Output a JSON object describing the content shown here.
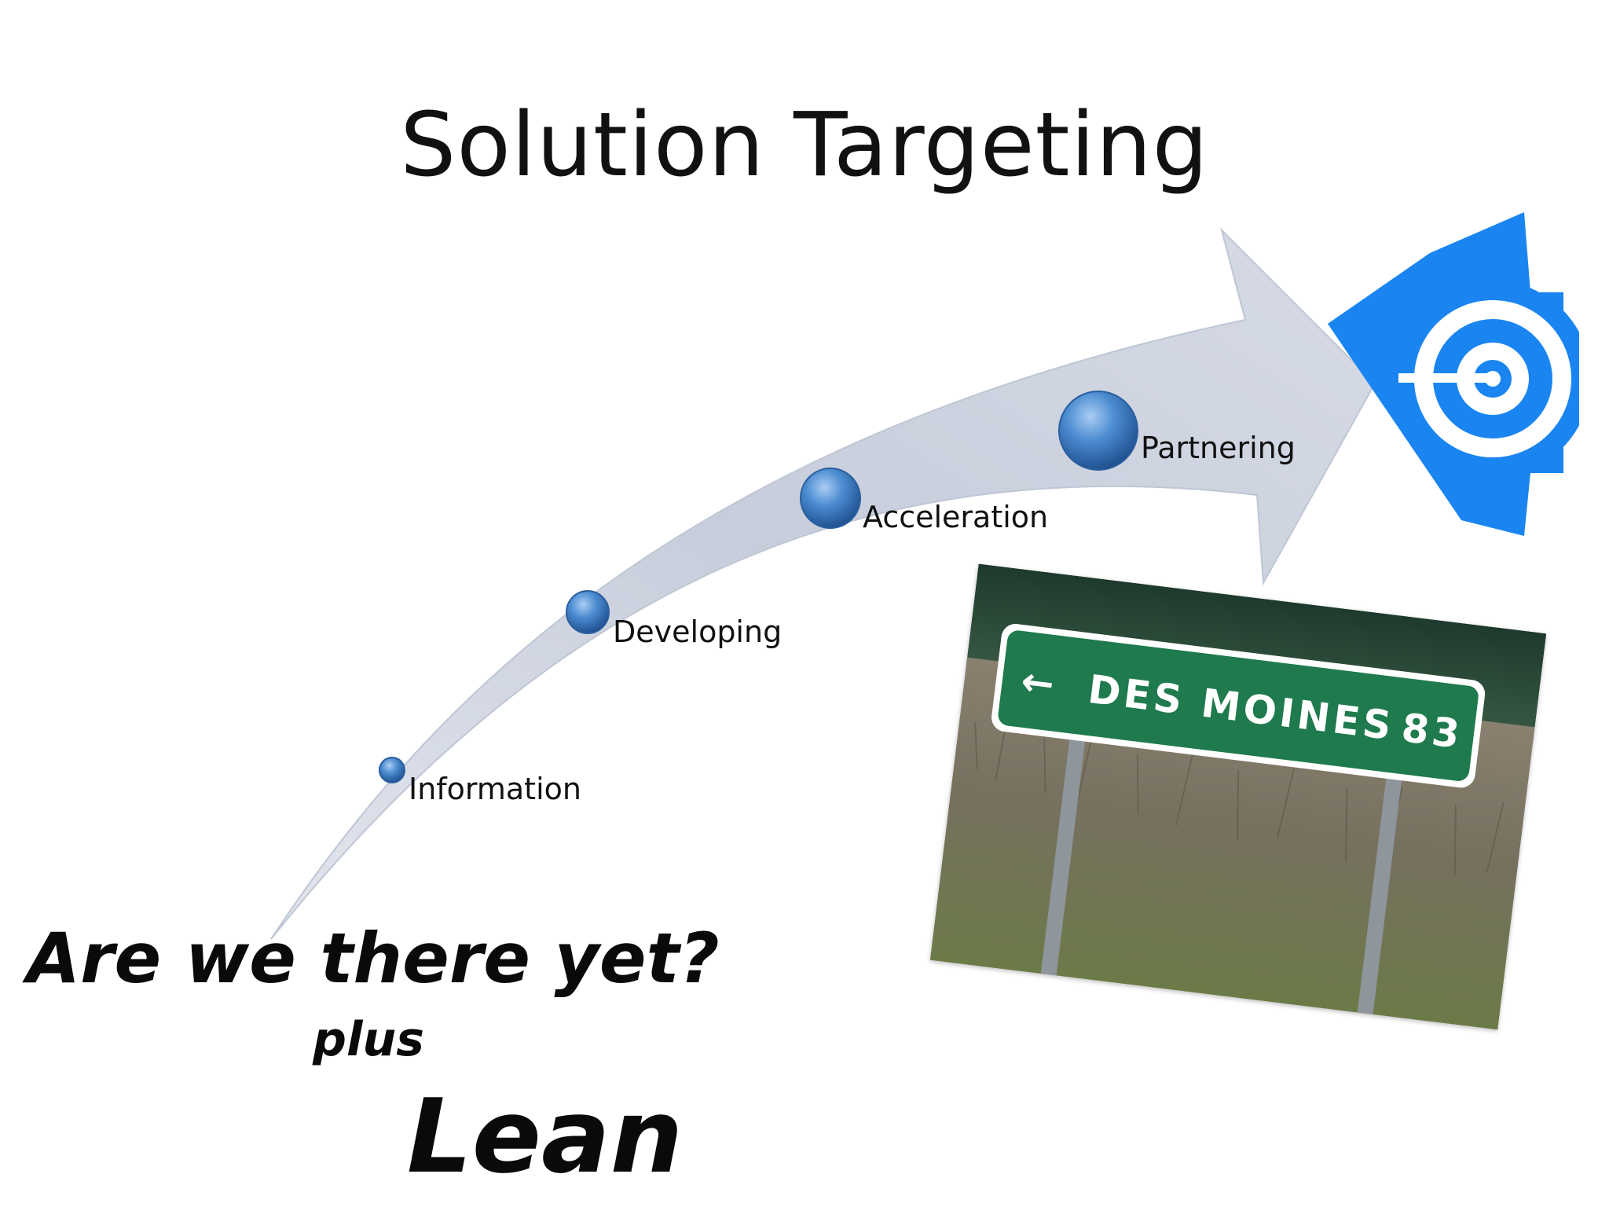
{
  "slide": {
    "title": "Solution Targeting",
    "stages": [
      {
        "label": "Information"
      },
      {
        "label": "Developing"
      },
      {
        "label": "Acceleration"
      },
      {
        "label": "Partnering"
      }
    ],
    "question": "Are we there yet?",
    "plus": "plus",
    "lean": "Lean"
  },
  "sign": {
    "arrow": "←",
    "destination": "DES MOINES",
    "distance": "83",
    "color": "#1f7a4d"
  },
  "target": {
    "icon": "target-icon",
    "color": "#1a85f0"
  },
  "colors": {
    "arrow_fill": "#c9cfdc",
    "bead": "#3f80c6"
  }
}
